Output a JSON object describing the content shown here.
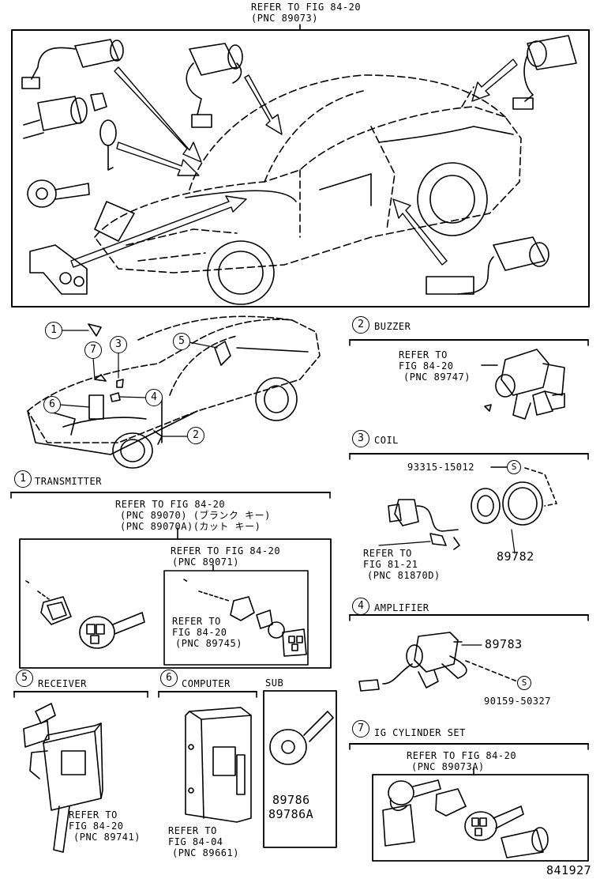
{
  "top": {
    "ref_line1": "REFER TO FIG 84-20",
    "ref_line2": "(PNC 89073)"
  },
  "callouts": [
    "1",
    "2",
    "3",
    "4",
    "5",
    "6",
    "7"
  ],
  "buzzer": {
    "num": "2",
    "title": "BUZZER",
    "ref1": "REFER TO",
    "ref2": "FIG 84-20",
    "ref3": "(PNC 89747)"
  },
  "coil": {
    "num": "3",
    "title": "COIL",
    "part_screw": "93315-15012",
    "screw_mark": "S",
    "ref1": "REFER TO",
    "ref2": "FIG 81-21",
    "ref3": "(PNC 81870D)",
    "part_coil": "89782"
  },
  "transmitter": {
    "num": "1",
    "title": "TRANSMITTER",
    "ref_a1": "REFER TO FIG 84-20",
    "ref_a2": "(PNC 89070) (ブランク キー)",
    "ref_a3": "(PNC 89070A)(カット キー)",
    "ref_b1": "REFER TO FIG 84-20",
    "ref_b2": "(PNC 89071)",
    "ref_c1": "REFER TO",
    "ref_c2": "FIG 84-20",
    "ref_c3": "(PNC 89745)"
  },
  "amplifier": {
    "num": "4",
    "title": "AMPLIFIER",
    "part_amp": "89783",
    "screw_mark": "S",
    "part_screw": "90159-50327"
  },
  "receiver": {
    "num": "5",
    "title": "RECEIVER",
    "ref1": "REFER TO",
    "ref2": "FIG 84-20",
    "ref3": "(PNC 89741)"
  },
  "computer": {
    "num": "6",
    "title": "COMPUTER",
    "ref1": "REFER TO",
    "ref2": "FIG 84-04",
    "ref3": "(PNC 89661)"
  },
  "sub": {
    "title": "SUB",
    "part1": "89786",
    "part2": "89786A"
  },
  "ig_cylinder": {
    "num": "7",
    "title": "IG CYLINDER SET",
    "ref1": "REFER TO FIG 84-20",
    "ref2": "(PNC 89073A)"
  },
  "figure_number": "841927"
}
